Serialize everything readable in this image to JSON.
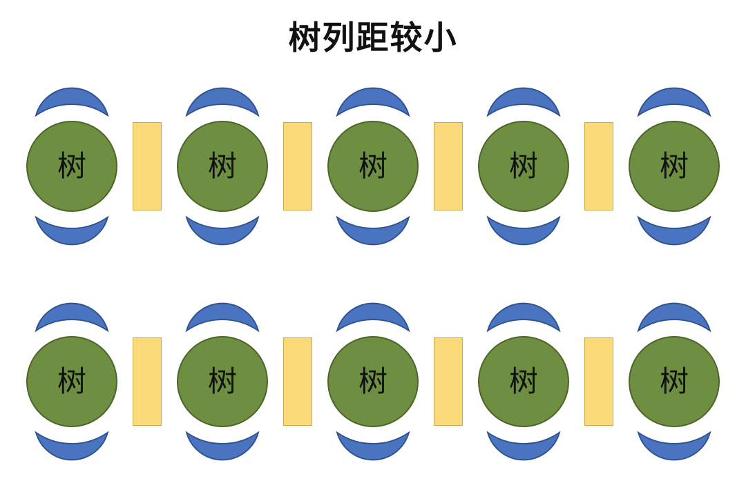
{
  "title": "树列距较小",
  "colors": {
    "circle_fill": "#6e8e41",
    "circle_stroke": "#4d6529",
    "crescent_fill": "#4a74c0",
    "crescent_stroke": "#2f528f",
    "rect_fill": "#fad97b",
    "rect_stroke": "#c9a84a",
    "text_color": "#111111"
  },
  "rows": [
    {
      "trees": [
        {
          "label": "树"
        },
        {
          "label": "树"
        },
        {
          "label": "树"
        },
        {
          "label": "树"
        },
        {
          "label": "树"
        }
      ]
    },
    {
      "trees": [
        {
          "label": "树"
        },
        {
          "label": "树"
        },
        {
          "label": "树"
        },
        {
          "label": "树"
        },
        {
          "label": "树"
        }
      ]
    }
  ]
}
